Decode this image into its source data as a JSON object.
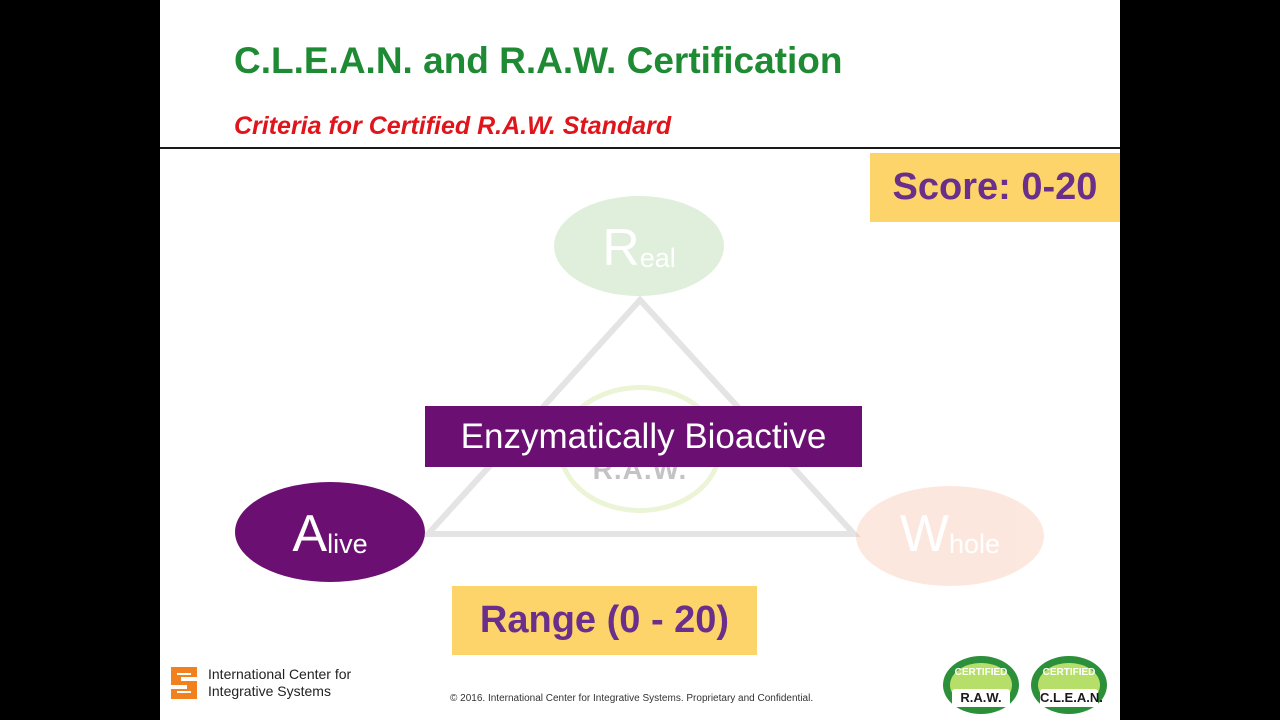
{
  "slide": {
    "title": "C.L.E.A.N. and R.A.W. Certification",
    "subtitle": "Criteria for Certified R.A.W. Standard",
    "score": "Score: 0-20",
    "banner": "Enzymatically Bioactive",
    "range": "Range (0 - 20)"
  },
  "diagram": {
    "real": {
      "initial": "R",
      "rest": "eal"
    },
    "alive": {
      "initial": "A",
      "rest": "live"
    },
    "whole": {
      "initial": "W",
      "rest": "hole"
    },
    "center": "R.A.W."
  },
  "footer": {
    "org_line1": "International Center for",
    "org_line2": "Integrative Systems",
    "copyright": "© 2016. International Center for Integrative Systems.  Proprietary and Confidential.",
    "seal_raw_top": "CERTIFIED",
    "seal_raw_main": "R.A.W.",
    "seal_clean_top": "CERTIFIED",
    "seal_clean_main": "C.L.E.A.N."
  },
  "colors": {
    "title_green": "#1f8a34",
    "subtitle_red": "#e0141b",
    "accent_purple": "#6b1072",
    "badge_yellow": "#fcd46a",
    "badge_text_purple": "#6a2f8a"
  }
}
